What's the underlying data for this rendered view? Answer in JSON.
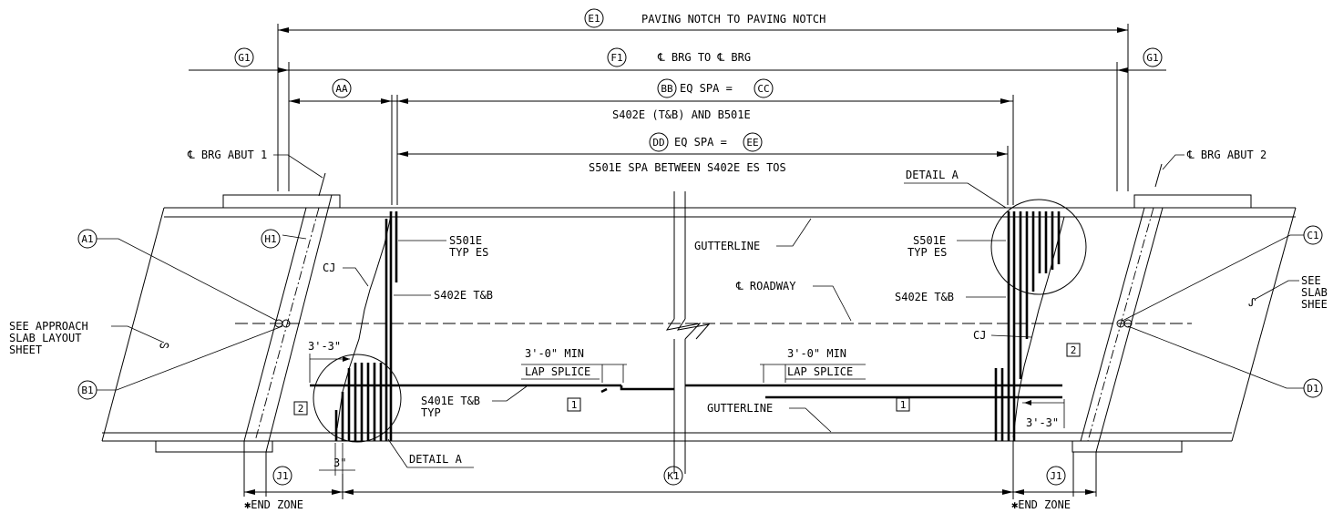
{
  "dimensions": {
    "e1": "PAVING NOTCH TO PAVING NOTCH",
    "f1": "℄ BRG TO ℄ BRG",
    "bb_text": "EQ SPA =",
    "bar_s402e_b501e": "S402E (T&B) AND B501E",
    "dd_text": "EQ SPA =",
    "s501e_spa": "S501E SPA BETWEEN S402E ES TOS"
  },
  "bubbles": {
    "e1": "E1",
    "f1": "F1",
    "g1": "G1",
    "aa": "AA",
    "bb": "BB",
    "cc": "CC",
    "dd": "DD",
    "ee": "EE",
    "a1": "A1",
    "b1": "B1",
    "c1": "C1",
    "d1": "D1",
    "h1": "H1",
    "j1": "J1",
    "k1": "K1"
  },
  "labels": {
    "brg_abut_1": "℄ BRG ABUT 1",
    "brg_abut_2": "℄ BRG ABUT 2",
    "detail_a": "DETAIL A",
    "s501e": "S501E",
    "typ_es": "TYP ES",
    "cj": "CJ",
    "s402e_tb": "S402E T&B",
    "gutterline": "GUTTERLINE",
    "roadway": "℄ ROADWAY",
    "see_approach_1": "SEE APPROACH",
    "see_approach_2": "SLAB LAYOUT",
    "see_approach_3": "SHEET",
    "see_right_1": "SEE",
    "see_right_2": "SLAB",
    "see_right_3": "SHEE",
    "dim_3_3": "3'-3\"",
    "dim_3": "3\"",
    "min_3_0": "3'-0\" MIN",
    "lap_splice": "LAP SPLICE",
    "s401e_tb": "S401E T&B",
    "typ": "TYP",
    "note_1": "1",
    "note_2": "2",
    "end_zone": "✱END ZONE"
  }
}
